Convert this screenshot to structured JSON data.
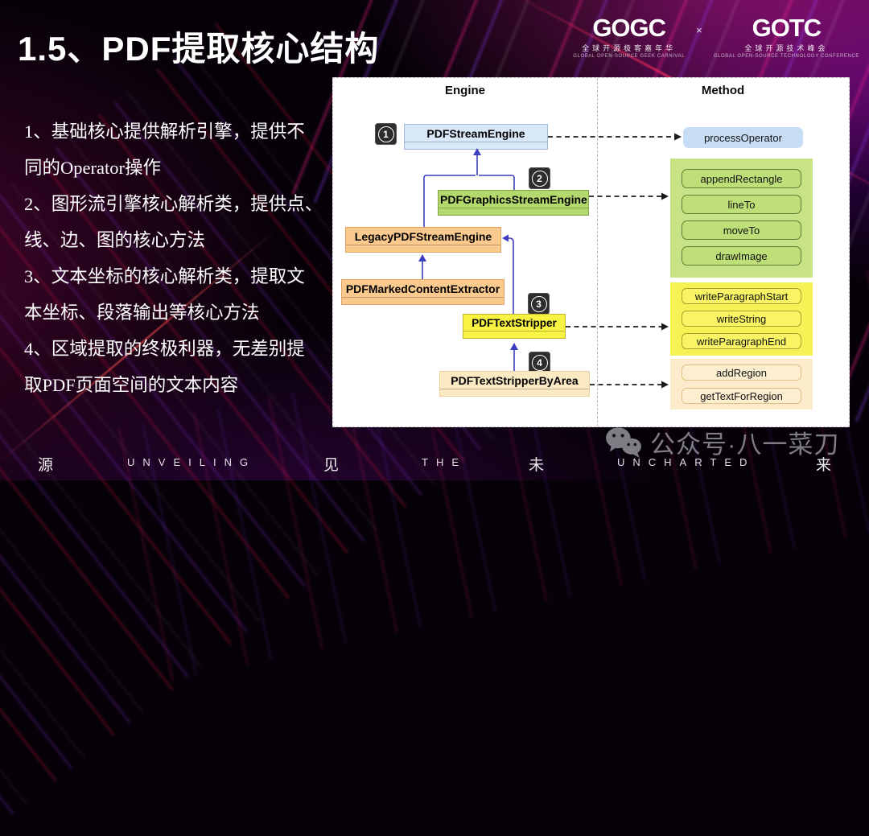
{
  "slide_title": "1.5、PDF提取核心结构",
  "header_logos": {
    "gogc": "GOGC",
    "separator": "×",
    "gotc": "GOTC",
    "gogc_tagline_cn": "全球开源极客嘉年华",
    "gogc_tagline_en": "GLOBAL OPEN-SOURCE GEEK CARNIVAL",
    "gotc_tagline_cn": "全球开源技术峰会",
    "gotc_tagline_en": "GLOBAL OPEN-SOURCE TECHNOLOGY CONFERENCE"
  },
  "notes": {
    "lines": [
      "1、基础核心提供解析引擎，提供不",
      "同的Operator操作",
      "2、图形流引擎核心解析类，提供点、",
      "线、边、图的核心方法",
      "3、文本坐标的核心解析类，提取文",
      "本坐标、段落输出等核心方法",
      "4、区域提取的终极利器，无差别提",
      "取PDF页面空间的文本内容"
    ]
  },
  "diagram": {
    "column_headers": {
      "engine": "Engine",
      "method": "Method"
    },
    "badges": {
      "b1": "1",
      "b2": "2",
      "b3": "3",
      "b4": "4"
    },
    "classes": {
      "pdf_stream_engine": "PDFStreamEngine",
      "pdf_graphics_stream_engine": "PDFGraphicsStreamEngine",
      "legacy_pdf_stream_engine": "LegacyPDFStreamEngine",
      "pdf_marked_content_extractor": "PDFMarkedContentExtractor",
      "pdf_text_stripper": "PDFTextStripper",
      "pdf_text_stripper_by_area": "PDFTextStripperByArea"
    },
    "methods": {
      "process_operator": "processOperator",
      "append_rectangle": "appendRectangle",
      "line_to": "lineTo",
      "move_to": "moveTo",
      "draw_image": "drawImage",
      "write_paragraph_start": "writeParagraphStart",
      "write_string": "writeString",
      "write_paragraph_end": "writeParagraphEnd",
      "add_region": "addRegion",
      "get_text_for_region": "getTextForRegion"
    },
    "colors": {
      "blue_fill": "#d9e8f8",
      "blue_pill": "#c7ddf6",
      "green_fill": "#b3d96d",
      "green_group": "#c7e385",
      "orange_fill": "#f9c98e",
      "yellow_fill": "#f8f243",
      "yellow_group": "#f6f155",
      "cream_fill": "#fbe9c4",
      "cream_group": "#fceccb",
      "inherit_arrow": "#3d3dc0",
      "dash_arrow": "#1a1a1a"
    }
  },
  "footer": {
    "items": [
      "源",
      "UNVEILING",
      "见",
      "THE",
      "未",
      "UNCHARTED",
      "来"
    ]
  },
  "watermark": {
    "text": "公众号·八一菜刀"
  }
}
